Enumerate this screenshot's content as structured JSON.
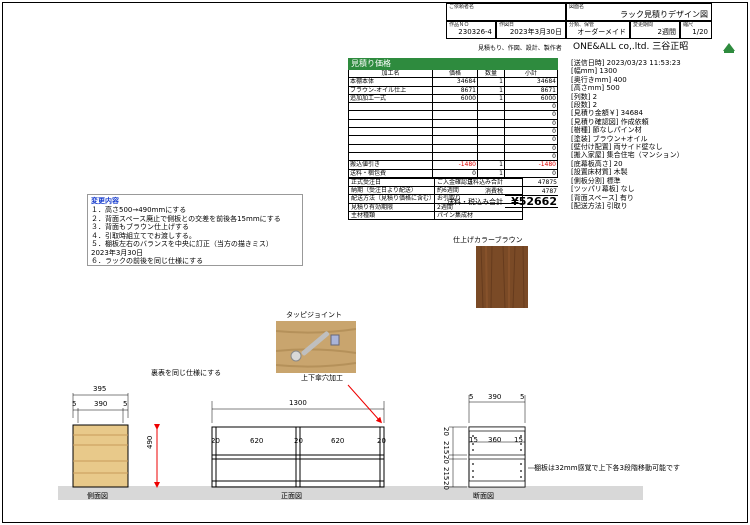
{
  "title_block": {
    "customer_label": "ご依頼者名",
    "customer_value": "",
    "drawing_label": "図面名",
    "drawing_value": "ラック見積りデザイン図",
    "sakuhin_label": "作品ＮＯ",
    "sakuhin_value": "230326-4",
    "date_label": "作図日",
    "date_value": "2023年3月30日",
    "category_label": "分類、保管",
    "category_value": "オーダーメイド",
    "period_label": "変更期間",
    "period_value": "2週間",
    "scale_label": "縮尺",
    "scale_value": "1/20",
    "services": "見積もり、作図、設計、製作者",
    "company": "ONE&ALL co,.ltd.  三谷正昭"
  },
  "estimate": {
    "heading": "見積り価格",
    "columns": [
      "加工名",
      "価格",
      "数量",
      "小計"
    ],
    "rows": [
      {
        "name": "本棚本体",
        "price": "34684",
        "qty": "1",
        "sub": "34684",
        "neg": false
      },
      {
        "name": "ブラウン-オイル仕上",
        "price": "8671",
        "qty": "1",
        "sub": "8671",
        "neg": false
      },
      {
        "name": "追加加工一式",
        "price": "6000",
        "qty": "1",
        "sub": "6000",
        "neg": false
      },
      {
        "name": "",
        "price": "",
        "qty": "",
        "sub": "0",
        "neg": false
      },
      {
        "name": "",
        "price": "",
        "qty": "",
        "sub": "0",
        "neg": false
      },
      {
        "name": "",
        "price": "",
        "qty": "",
        "sub": "0",
        "neg": false
      },
      {
        "name": "",
        "price": "",
        "qty": "",
        "sub": "0",
        "neg": false
      },
      {
        "name": "",
        "price": "",
        "qty": "",
        "sub": "0",
        "neg": false
      },
      {
        "name": "",
        "price": "",
        "qty": "",
        "sub": "0",
        "neg": false
      },
      {
        "name": "",
        "price": "",
        "qty": "",
        "sub": "0",
        "neg": false
      },
      {
        "name": "搬込値引き",
        "price": "-1480",
        "qty": "1",
        "sub": "-1480",
        "neg": true
      },
      {
        "name": "送料・梱包費",
        "price": "0",
        "qty": "1",
        "sub": "0",
        "neg": false
      }
    ],
    "total_label": "送料込み合計",
    "total_value": "47875",
    "tax_label": "消費税",
    "tax_value": "4787",
    "grand_label": "送料・税込み合計",
    "grand_value": "¥52662"
  },
  "conditions": [
    {
      "label": "正式受注日",
      "value": "ご入金確認日"
    },
    {
      "label": "納期（受注日より配送）",
      "value": "約6週間"
    },
    {
      "label": "配送方法（見積り価格に含む）",
      "value": "お引取り"
    },
    {
      "label": "見積り有効期限",
      "value": "2週間"
    },
    {
      "label": "主材種類",
      "value": "パイン集成材"
    }
  ],
  "spec": [
    "[送信日時] 2023/03/23 11:53:23",
    "[幅mm] 1300",
    "[奥行きmm] 400",
    "[高さmm] 500",
    "[列数] 2",
    "[段数] 2",
    "[見積り金額￥] 34684",
    "[見積り確認図] 作成依頼",
    "[樹種] 節なしパイン材",
    "[塗装] ブラウン+オイル",
    "[壁付け配置] 両サイド壁なし",
    "[搬入家屋] 集合住宅（マンション）",
    "[底幕板高さ] 20",
    "[設置床材質] 木製",
    "[側板分割] 標準",
    "[ツッパリ幕板] なし",
    "[背面スペース] 有り",
    "[配送方法] 引取り"
  ],
  "changes": {
    "title": "変更内容",
    "lines": [
      "１．高さ500→490mmにする",
      "２．背面スペース廃止で側板との交差を前後各15mmにする",
      "３．背面もブラウン仕上げする",
      "４．引取時組立てでお渡しする。",
      "５．棚板左右のバランスを中央に訂正（当方の描きミス）",
      "2023年3月30日",
      "６．ラックの前後を同じ仕様にする"
    ]
  },
  "labels": {
    "finish_color": "仕上げカラーブラウン",
    "joint": "タッピジョイント",
    "both_sides": "裏表を同じ仕様にする",
    "umbrella": "上下傘穴加工",
    "shelf_note": "棚板は32mm感覚で上下各3段階移動可能です",
    "side_view": "側面図",
    "front_view": "正面図",
    "section_view": "断面図"
  },
  "dims": {
    "side_w": "395",
    "side_l": "5",
    "side_c": "390",
    "side_r": "5",
    "side_h": "490",
    "front_w": "1300",
    "front_parts": [
      "20",
      "620",
      "20",
      "620",
      "20"
    ],
    "sec_w": "390",
    "sec_l": "5",
    "sec_r": "5",
    "sec_c": "360",
    "sec_parts": [
      "15",
      "15"
    ],
    "sec_heights": [
      "20",
      "215",
      "20",
      "215",
      "20"
    ]
  },
  "colors": {
    "header_green": "#2e8b3e",
    "accent_blue": "#1a3fcf",
    "negative_red": "#dd0000",
    "wood": "#e8c98a",
    "wood_brown": "#7a4a26"
  }
}
